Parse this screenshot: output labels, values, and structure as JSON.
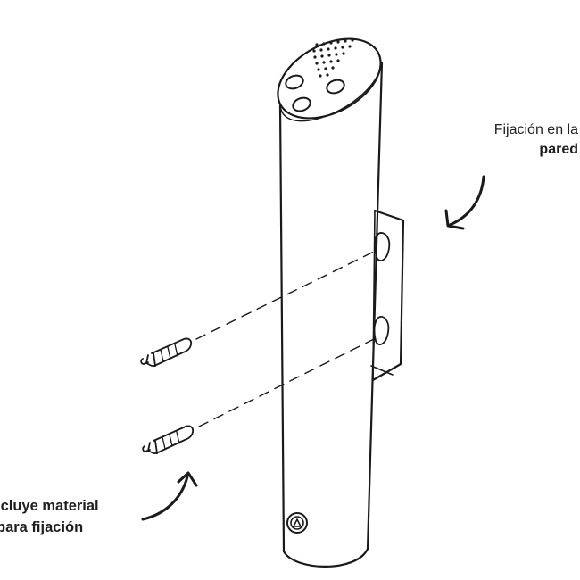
{
  "labels": {
    "wall_line1": "Fijación en la",
    "wall_line2": "pared",
    "kit_line1": "Icluye material",
    "kit_line2": "para fijación"
  },
  "colors": {
    "stroke": "#1a1a1a",
    "text": "#1f1f1f",
    "background": "#ffffff"
  },
  "icons": {
    "wall_arrow": "curved-arrow-down-left",
    "kit_arrow": "curved-arrow-up-right"
  }
}
